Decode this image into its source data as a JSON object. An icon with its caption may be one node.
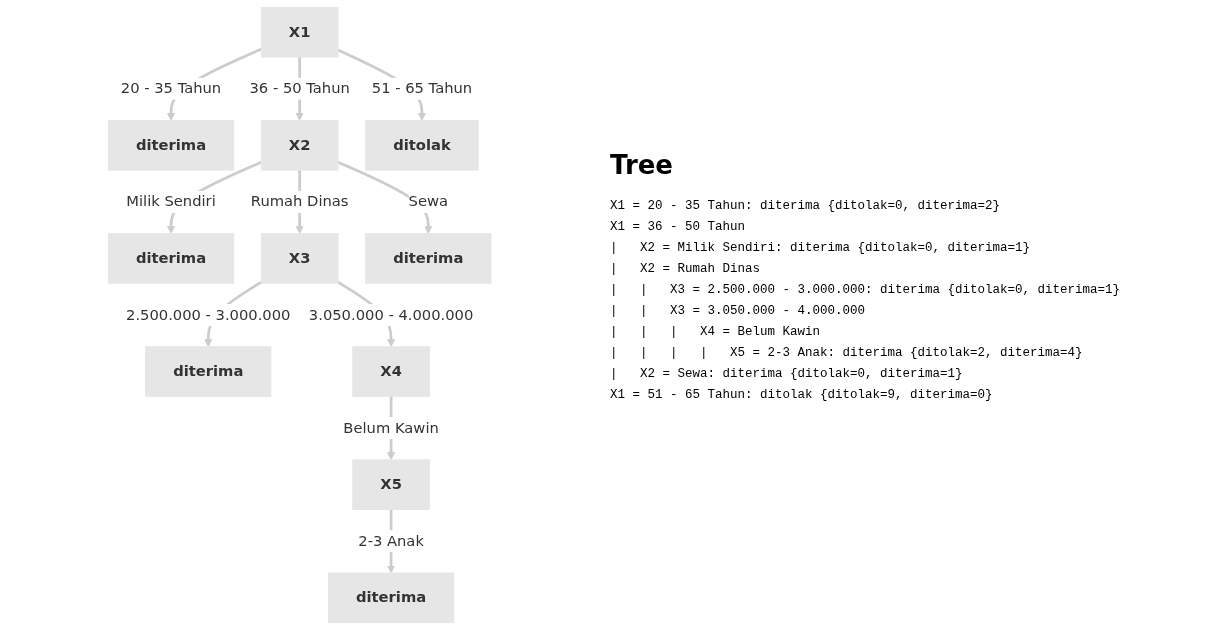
{
  "diagram": {
    "title": "Tree",
    "nodes": [
      {
        "text": [
          "X1"
        ]
      },
      {
        "text": [
          "diterima"
        ]
      },
      {
        "text": [
          "ditolak"
        ]
      },
      {
        "text": [
          "X2"
        ]
      },
      {
        "text": [
          "diterima"
        ]
      },
      {
        "text": [
          "diterima"
        ]
      },
      {
        "text": [
          "X3"
        ]
      },
      {
        "text": [
          "diterima"
        ]
      },
      {
        "text": [
          "X4"
        ]
      },
      {
        "text": [
          "X5"
        ]
      },
      {
        "text": [
          "diterima"
        ]
      }
    ],
    "edges": [
      {
        "from": 0,
        "to": 1,
        "arrow": "to",
        "label": "20 - 35 Tahun"
      },
      {
        "from": 0,
        "to": 3,
        "arrow": "to",
        "label": "36 - 50 Tahun"
      },
      {
        "from": 0,
        "to": 2,
        "arrow": "to",
        "label": "51 - 65 Tahun"
      },
      {
        "from": 3,
        "to": 5,
        "arrow": "to",
        "label": "Milik Sendiri"
      },
      {
        "from": 3,
        "to": 6,
        "arrow": "to",
        "label": "Rumah Dinas"
      },
      {
        "from": 3,
        "to": 4,
        "arrow": "to",
        "label": "Sewa"
      },
      {
        "from": 6,
        "to": 7,
        "arrow": "to",
        "label": "2.500.000 - 3.000.000"
      },
      {
        "from": 6,
        "to": 8,
        "arrow": "to",
        "label": "3.050.000 - 4.000.000"
      },
      {
        "from": 8,
        "to": 9,
        "arrow": "to",
        "label": "Belum Kawin"
      },
      {
        "from": 9,
        "to": 10,
        "arrow": "to",
        "label": "2-3 Anak"
      }
    ],
    "labels": [
      "X1 = 20 - 35 Tahun: diterima {ditolak=0, diterima=2}",
      "X1 = 36 - 50 Tahun",
      "|   X2 = Milik Sendiri: diterima {ditolak=0, diterima=1}",
      "|   X2 = Rumah Dinas",
      "|   |   X3 = 2.500.000 - 3.000.000: diterima {ditolak=0, diterima=1}",
      "|   |   X3 = 3.050.000 - 4.000.000",
      "|   |   |   X4 = Belum Kawin",
      "|   |   |   |   X5 = 2-3 Anak: diterima {ditolak=2, diterima=4}",
      "|   X2 = Sewa: diterima {ditolak=0, diterima=1}",
      "X1 = 51 - 65 Tahun: ditolak {ditolak=9, diterima=0}"
    ]
  }
}
